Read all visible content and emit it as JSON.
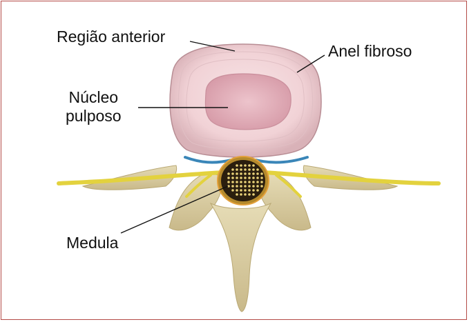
{
  "labels": {
    "regiao_anterior": "Região anterior",
    "anel_fibroso": "Anel fibroso",
    "nucleo_line1": "Núcleo",
    "nucleo_line2": "pulposo",
    "medula": "Medula"
  },
  "colors": {
    "frame_border": "#b44a46",
    "annulus": "#f1d2d6",
    "nucleus": "#e3b0bb",
    "bone": "#dcd0a6",
    "nerve": "#e3d23e",
    "vessel": "#3a86b8",
    "cord": "#2a1e0e"
  }
}
